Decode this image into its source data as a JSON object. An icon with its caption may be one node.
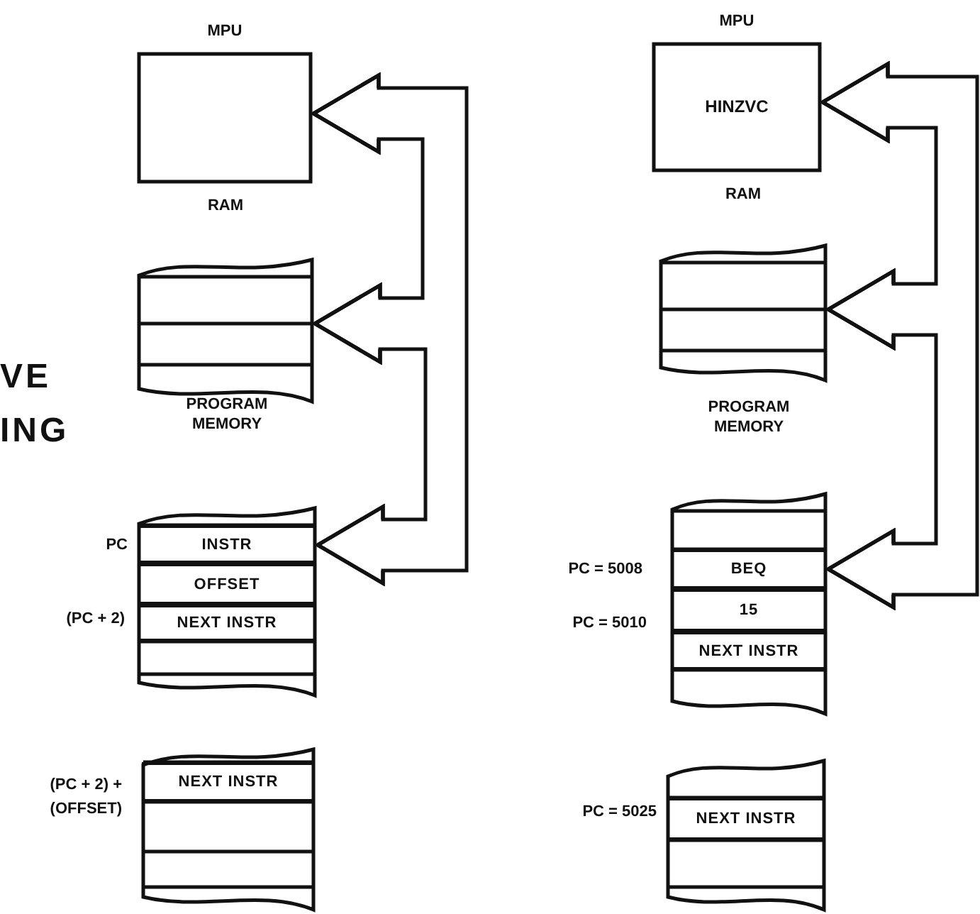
{
  "diagram": {
    "nodes": [
      {
        "text": [
          "MPU"
        ]
      },
      {
        "text": [
          "RAM"
        ]
      },
      {
        "text": [
          "PROGRAM MEMORY"
        ]
      },
      {
        "text": [
          "INSTR"
        ],
        "in": 2,
        "beside": [
          "PC"
        ]
      },
      {
        "text": [
          "OFFSET"
        ],
        "in": 2
      },
      {
        "text": [
          "NEXT INSTR"
        ],
        "in": 2,
        "beside": [
          "(PC + 2)"
        ]
      },
      {
        "text": [],
        "shape": "box"
      },
      {
        "text": [
          "NEXT INSTR"
        ],
        "in": 6,
        "beside": [
          "(PC + 2) + (OFFSET)"
        ]
      },
      {
        "text": [
          "MPU",
          "HIN**Z**VC"
        ]
      },
      {
        "text": [
          "RAM"
        ]
      },
      {
        "text": [
          "PROGRAM MEMORY"
        ]
      },
      {
        "text": [
          "BEQ"
        ],
        "in": 10,
        "beside": [
          "PC = 5008"
        ]
      },
      {
        "text": [
          "15"
        ],
        "in": 10
      },
      {
        "text": [
          "NEXT INSTR"
        ],
        "in": 10,
        "beside": [
          "PC = 5010"
        ]
      },
      {
        "text": [],
        "shape": "box"
      },
      {
        "text": [
          "NEXT INSTR"
        ],
        "in": 14,
        "beside": [
          "PC = 5025"
        ]
      }
    ],
    "edges": [
      {
        "from": 0,
        "to": 1,
        "arrow": "both"
      },
      {
        "from": 1,
        "to": 3,
        "arrow": "both"
      },
      {
        "from": 0,
        "to": 3,
        "arrow": "both"
      },
      {
        "from": 8,
        "to": 9,
        "arrow": "both"
      },
      {
        "from": 9,
        "to": 11,
        "arrow": "both"
      },
      {
        "from": 8,
        "to": 11,
        "arrow": "both"
      }
    ],
    "labels": [
      "VE",
      "ING"
    ]
  }
}
